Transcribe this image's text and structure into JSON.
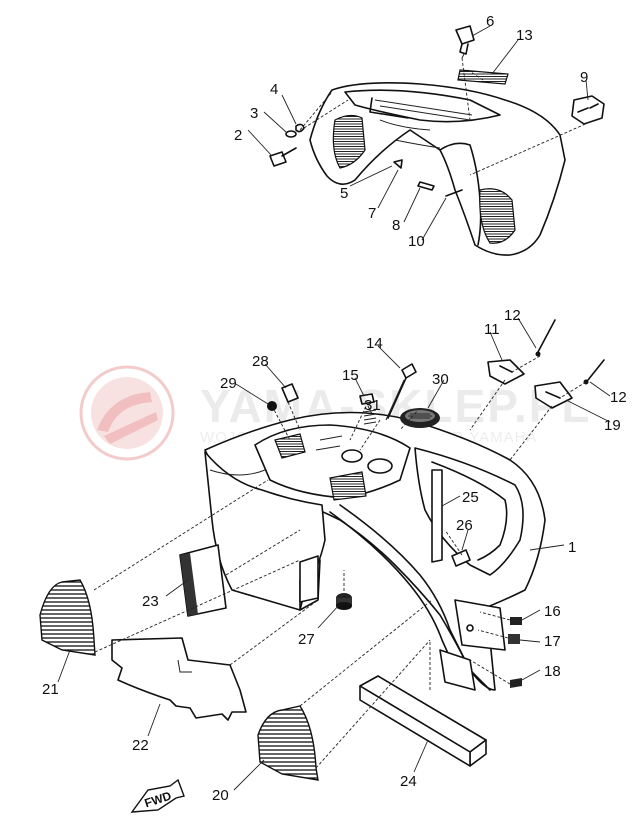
{
  "watermark": {
    "title": "YAMA-SKLEP.PL",
    "subtitle": "WOJCIECH PODKALICKI DEALER YAMAHA"
  },
  "fwd_label": "FWD",
  "callouts": [
    {
      "id": "1",
      "label": "1"
    },
    {
      "id": "2",
      "label": "2"
    },
    {
      "id": "3",
      "label": "3"
    },
    {
      "id": "4",
      "label": "4"
    },
    {
      "id": "5",
      "label": "5"
    },
    {
      "id": "6",
      "label": "6"
    },
    {
      "id": "7",
      "label": "7"
    },
    {
      "id": "8",
      "label": "8"
    },
    {
      "id": "9",
      "label": "9"
    },
    {
      "id": "10",
      "label": "10"
    },
    {
      "id": "11",
      "label": "11"
    },
    {
      "id": "12a",
      "label": "12"
    },
    {
      "id": "12b",
      "label": "12"
    },
    {
      "id": "13",
      "label": "13"
    },
    {
      "id": "14",
      "label": "14"
    },
    {
      "id": "15",
      "label": "15"
    },
    {
      "id": "16",
      "label": "16"
    },
    {
      "id": "17",
      "label": "17"
    },
    {
      "id": "18",
      "label": "18"
    },
    {
      "id": "19",
      "label": "19"
    },
    {
      "id": "20",
      "label": "20"
    },
    {
      "id": "21",
      "label": "21"
    },
    {
      "id": "22",
      "label": "22"
    },
    {
      "id": "23",
      "label": "23"
    },
    {
      "id": "24",
      "label": "24"
    },
    {
      "id": "25",
      "label": "25"
    },
    {
      "id": "26",
      "label": "26"
    },
    {
      "id": "27",
      "label": "27"
    },
    {
      "id": "28",
      "label": "28"
    },
    {
      "id": "29",
      "label": "29"
    },
    {
      "id": "30",
      "label": "30"
    },
    {
      "id": "31",
      "label": "31"
    }
  ]
}
